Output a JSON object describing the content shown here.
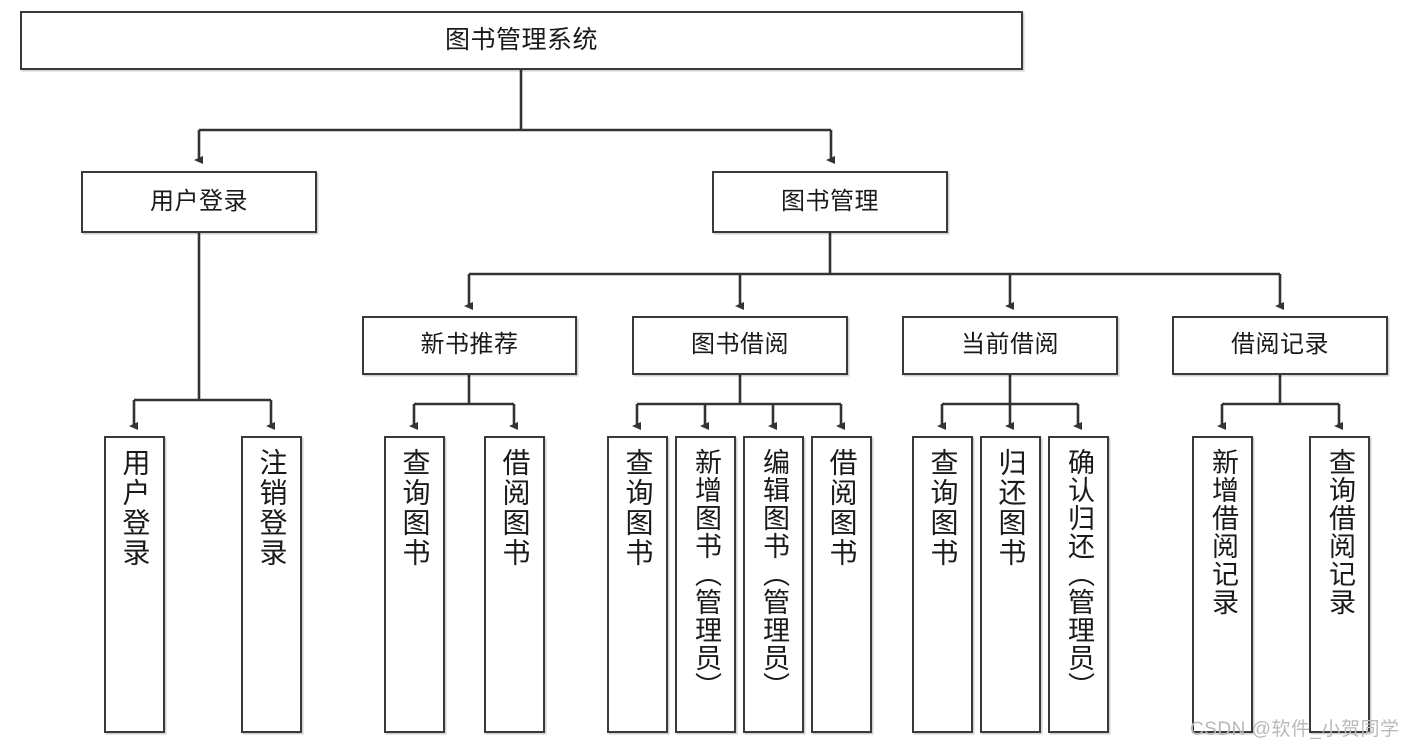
{
  "diagram": {
    "title": "图书管理系统",
    "type": "tree-hierarchy",
    "watermark": "CSDN @软件_小贺同学",
    "colors": {
      "box_border": "#3a3a3a",
      "box_fill": "#ffffff",
      "edge": "#333333",
      "text": "#1a1a1a",
      "watermark": "#b9b9b9"
    }
  },
  "nodes": {
    "root": {
      "label": "图书管理系统"
    },
    "level2": [
      {
        "label": "用户登录"
      },
      {
        "label": "图书管理"
      }
    ],
    "level3": [
      {
        "label": "新书推荐"
      },
      {
        "label": "图书借阅"
      },
      {
        "label": "当前借阅"
      },
      {
        "label": "借阅记录"
      }
    ],
    "leaves": {
      "user_login": [
        {
          "label": "用户登录"
        },
        {
          "label": "注销登录"
        }
      ],
      "new_book": [
        {
          "label": "查询图书"
        },
        {
          "label": "借阅图书"
        }
      ],
      "book_borrow": [
        {
          "label": "查询图书"
        },
        {
          "label": "新增图书（管理员）"
        },
        {
          "label": "编辑图书（管理员）"
        },
        {
          "label": "借阅图书"
        }
      ],
      "current_borrow": [
        {
          "label": "查询图书"
        },
        {
          "label": "归还图书"
        },
        {
          "label": "确认归还（管理员）"
        }
      ],
      "borrow_record": [
        {
          "label": "新增借阅记录"
        },
        {
          "label": "查询借阅记录"
        }
      ]
    }
  }
}
